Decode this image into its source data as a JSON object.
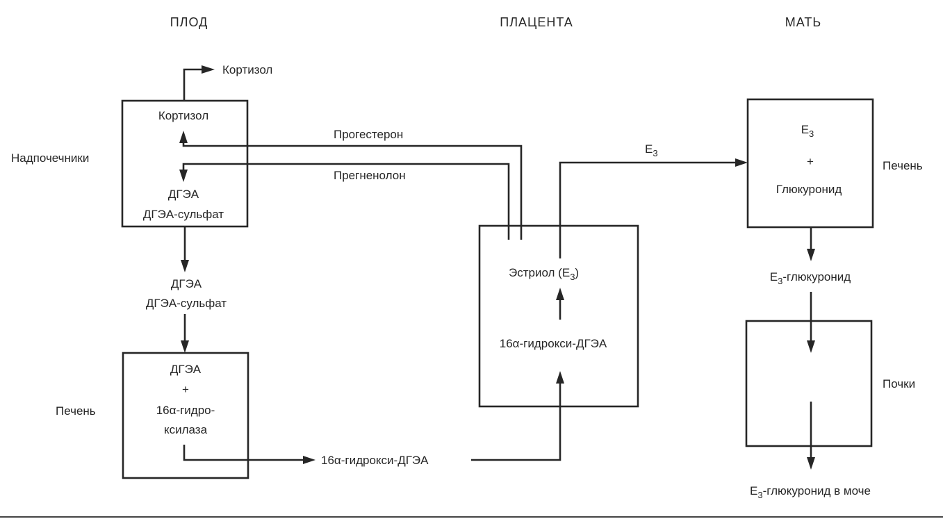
{
  "columns": {
    "fetus": "ПЛОД",
    "placenta": "ПЛАЦЕНТА",
    "mother": "МАТЬ"
  },
  "fetus": {
    "cortisol_out": "Кортизол",
    "adrenal_label": "Надпочечники",
    "adrenal_box": {
      "cortisol": "Кортизол",
      "dhea": "ДГЭА",
      "dhea_sulfate": "ДГЭА-сульфат"
    },
    "transit": {
      "dhea": "ДГЭА",
      "dhea_sulfate": "ДГЭА-сульфат"
    },
    "liver_label": "Печень",
    "liver_box": {
      "dhea": "ДГЭА",
      "plus": "+",
      "enzyme_line1": "16α-гидро-",
      "enzyme_line2": "ксилаза"
    },
    "liver_output": "16α-гидрокси-ДГЭА"
  },
  "placenta": {
    "progesterone": "Прогестерон",
    "pregnenolone": "Прегненолон",
    "box": {
      "estriol_text": "Эстриол (E",
      "estriol_sub": "3",
      "estriol_close": ")",
      "hydroxy_dhea": "16α-гидрокси-ДГЭА"
    },
    "e3_label": "E",
    "e3_sub": "3"
  },
  "mother": {
    "liver_label": "Печень",
    "liver_box": {
      "e3": "E",
      "e3_sub": "3",
      "plus": "+",
      "glucuronide": "Глюкуронид"
    },
    "glucuronide_mid": {
      "prefix": "E",
      "sub": "3",
      "text": "-глюкуронид"
    },
    "kidney_label": "Почки",
    "urine": {
      "prefix": "E",
      "sub": "3",
      "text": "-глюкуронид в моче"
    }
  }
}
